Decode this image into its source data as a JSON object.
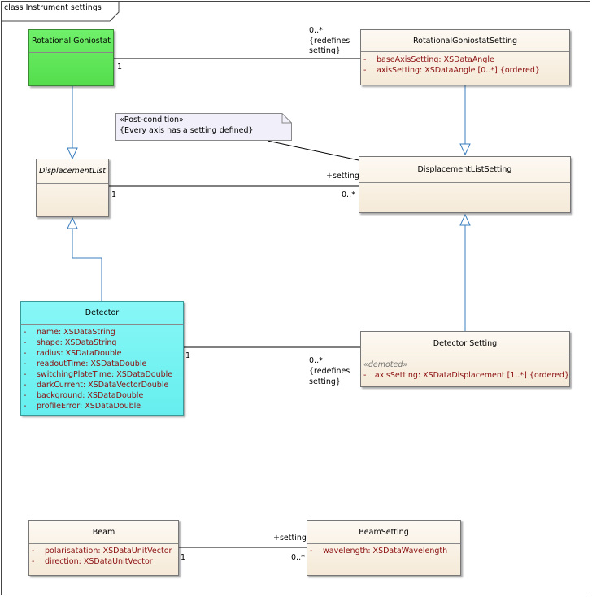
{
  "frame": {
    "label": "class Instrument settings"
  },
  "classes": {
    "rotational_goniostat": {
      "name": "Rotational Goniostat"
    },
    "rotational_goniostat_setting": {
      "name": "RotationalGoniostatSetting",
      "attributes": [
        {
          "vis": "-",
          "text": "baseAxisSetting:  XSDataAngle"
        },
        {
          "vis": "-",
          "text": "axisSetting:  XSDataAngle [0..*] {ordered}"
        }
      ]
    },
    "displacement_list": {
      "name": "DisplacementList"
    },
    "displacement_list_setting": {
      "name": "DisplacementListSetting"
    },
    "detector": {
      "name": "Detector",
      "attributes": [
        {
          "vis": "-",
          "text": "name:  XSDataString"
        },
        {
          "vis": "-",
          "text": "shape:  XSDataString"
        },
        {
          "vis": "-",
          "text": "radius:  XSDataDouble"
        },
        {
          "vis": "-",
          "text": "readoutTime:  XSDataDouble"
        },
        {
          "vis": "-",
          "text": "switchingPlateTime:  XSDataDouble"
        },
        {
          "vis": "-",
          "text": "darkCurrent:  XSDataVectorDouble"
        },
        {
          "vis": "-",
          "text": "background:  XSDataDouble"
        },
        {
          "vis": "-",
          "text": "profileError:  XSDataDouble"
        }
      ]
    },
    "detector_setting": {
      "name": "Detector Setting",
      "stereotype": "«demoted»",
      "attributes": [
        {
          "vis": "-",
          "text": "axisSetting:  XSDataDisplacement [1..*] {ordered}"
        }
      ]
    },
    "beam": {
      "name": "Beam",
      "attributes": [
        {
          "vis": "-",
          "text": "polarisatation:  XSDataUnitVector"
        },
        {
          "vis": "-",
          "text": "direction:  XSDataUnitVector"
        }
      ]
    },
    "beam_setting": {
      "name": "BeamSetting",
      "attributes": [
        {
          "vis": "-",
          "text": "wavelength:  XSDataWavelength"
        }
      ]
    }
  },
  "note": {
    "stereotype": "«Post-condition»",
    "text": "{Every axis has a setting defined}"
  },
  "labels": {
    "goniostat_mult_src": "1",
    "goniostat_mult_tgt": "0..*",
    "goniostat_redef_1": "{redefines",
    "goniostat_redef_2": "setting}",
    "displacement_mult_src": "1",
    "displacement_role": "+setting",
    "displacement_mult_tgt": "0..*",
    "detector_mult_src": "1",
    "detector_mult_tgt": "0..*",
    "detector_redef_1": "{redefines",
    "detector_redef_2": "setting}",
    "beam_mult_src": "1",
    "beam_role": "+setting",
    "beam_mult_tgt": "0..*"
  },
  "colors": {
    "generalization_line": "#3a7ebf",
    "attribute_text": "#8b1010",
    "goniostat_fill": "#5ee657",
    "detector_fill": "#77f2f2",
    "note_fill": "#f1f0fa"
  }
}
